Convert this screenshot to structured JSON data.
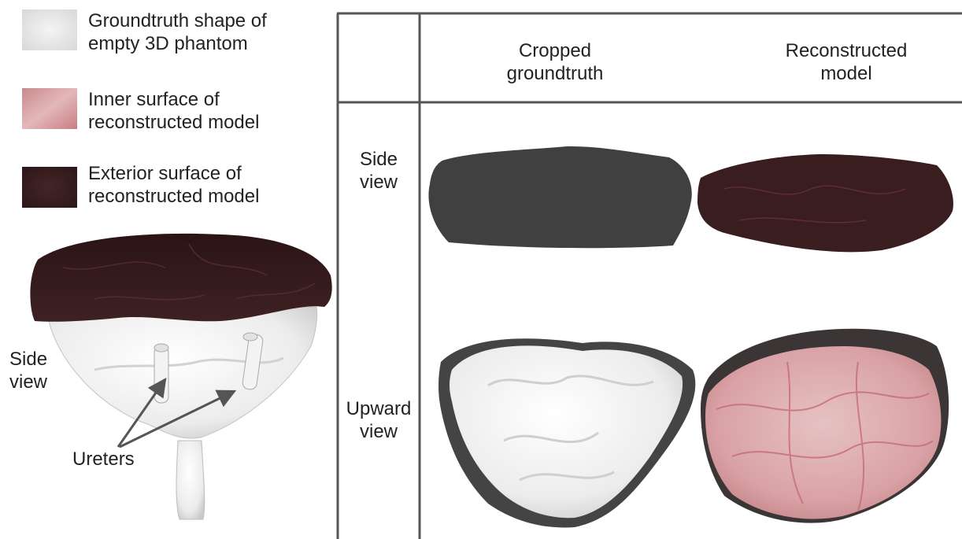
{
  "legend": [
    {
      "swatch": "groundtruth",
      "line1": "Groundtruth shape of",
      "line2": "empty 3D phantom"
    },
    {
      "swatch": "inner",
      "line1": "Inner surface of",
      "line2": "reconstructed model"
    },
    {
      "swatch": "exterior",
      "line1": "Exterior surface of",
      "line2": "reconstructed model"
    }
  ],
  "left_panel": {
    "view_line1": "Side",
    "view_line2": "view",
    "ureters_label": "Ureters"
  },
  "table": {
    "col1_line1": "Cropped",
    "col1_line2": "groundtruth",
    "col2_line1": "Reconstructed",
    "col2_line2": "model",
    "row1_line1": "Side",
    "row1_line2": "view",
    "row2_line1": "Upward",
    "row2_line2": "view"
  },
  "colors": {
    "groundtruth_dark": "#404040",
    "exterior": "#3a1d1e",
    "inner": "#d79a9e",
    "phantom_white": "#f1f1f1",
    "grid_lines": "#555555"
  }
}
